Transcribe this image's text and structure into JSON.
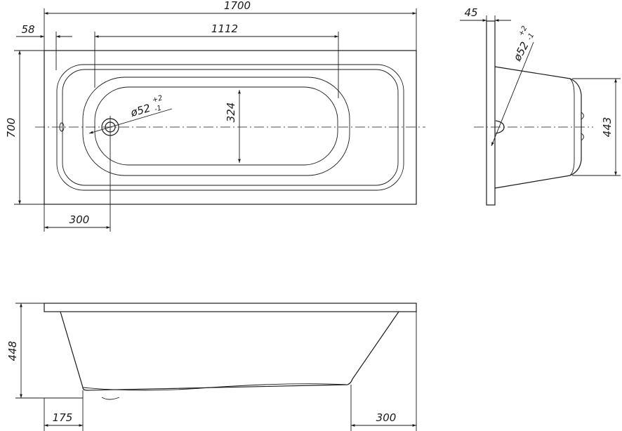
{
  "top_view": {
    "length": "1700",
    "overflow_offset": "58",
    "inner_length": "1112",
    "width": "700",
    "inner_width": "324",
    "drain_offset": "300",
    "drain_diameter": "ø52",
    "tol_plus": "+2",
    "tol_minus": "-1"
  },
  "side_view": {
    "rim_thickness": "45",
    "drain_diameter": "ø52",
    "tol_plus": "+2",
    "tol_minus": "-1",
    "depth": "443"
  },
  "front_view": {
    "height": "448",
    "left_offset": "175",
    "right_offset": "300"
  }
}
